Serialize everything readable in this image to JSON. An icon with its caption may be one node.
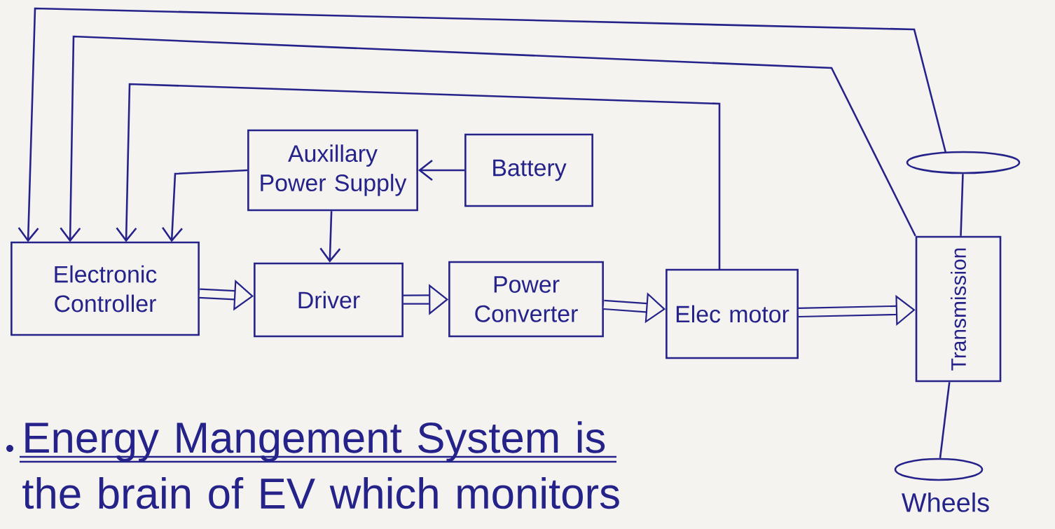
{
  "diagram": {
    "nodes": [
      {
        "text": [
          "Electronic Controller"
        ]
      },
      {
        "text": [
          "Auxillary Power Supply"
        ]
      },
      {
        "text": [
          "Battery"
        ]
      },
      {
        "text": [
          "Driver"
        ]
      },
      {
        "text": [
          "Power Converter"
        ]
      },
      {
        "text": [
          "Elec motor"
        ]
      },
      {
        "text": [
          "Transmission"
        ]
      },
      {
        "text": [],
        "shape": "circle"
      },
      {
        "text": [
          "Wheels"
        ]
      }
    ],
    "edges": [
      {
        "from": 7,
        "to": 0,
        "arrow": "to"
      },
      {
        "from": 6,
        "to": 0,
        "arrow": "to"
      },
      {
        "from": 5,
        "to": 0,
        "arrow": "to"
      },
      {
        "from": 1,
        "to": 0,
        "arrow": "to"
      },
      {
        "from": 2,
        "to": 1,
        "arrow": "to"
      },
      {
        "from": 1,
        "to": 3,
        "arrow": "to"
      },
      {
        "from": 0,
        "to": 3,
        "arrow": "to",
        "style": "thick"
      },
      {
        "from": 3,
        "to": 4,
        "arrow": "to",
        "style": "thick"
      },
      {
        "from": 4,
        "to": 5,
        "arrow": "to",
        "style": "thick"
      },
      {
        "from": 5,
        "to": 6,
        "arrow": "to",
        "style": "thick"
      },
      {
        "from": 6,
        "to": 7,
        "arrow": "none"
      },
      {
        "from": 6,
        "to": 8,
        "arrow": "none"
      }
    ],
    "labels": [
      "Energy Mangement System is the brain of EV which monitors"
    ]
  }
}
